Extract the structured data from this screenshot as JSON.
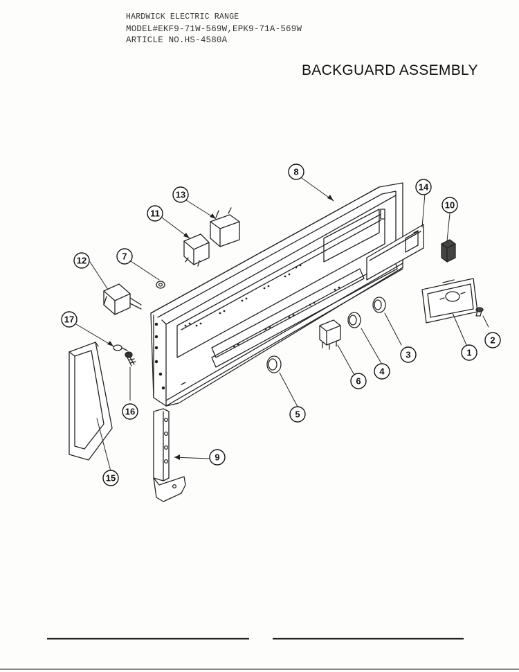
{
  "header": {
    "line1": "HARDWICK ELECTRIC RANGE",
    "line2": "MODEL#EKF9-71W-569W,EPK9-71A-569W",
    "line3": "ARTICLE NO.HS-4580A"
  },
  "title": "BACKGUARD ASSEMBLY",
  "callouts": [
    {
      "num": "1"
    },
    {
      "num": "2"
    },
    {
      "num": "3"
    },
    {
      "num": "4"
    },
    {
      "num": "5"
    },
    {
      "num": "6"
    },
    {
      "num": "7"
    },
    {
      "num": "8"
    },
    {
      "num": "9"
    },
    {
      "num": "10"
    },
    {
      "num": "11"
    },
    {
      "num": "12"
    },
    {
      "num": "13"
    },
    {
      "num": "14"
    },
    {
      "num": "15"
    },
    {
      "num": "16"
    },
    {
      "num": "17"
    }
  ]
}
